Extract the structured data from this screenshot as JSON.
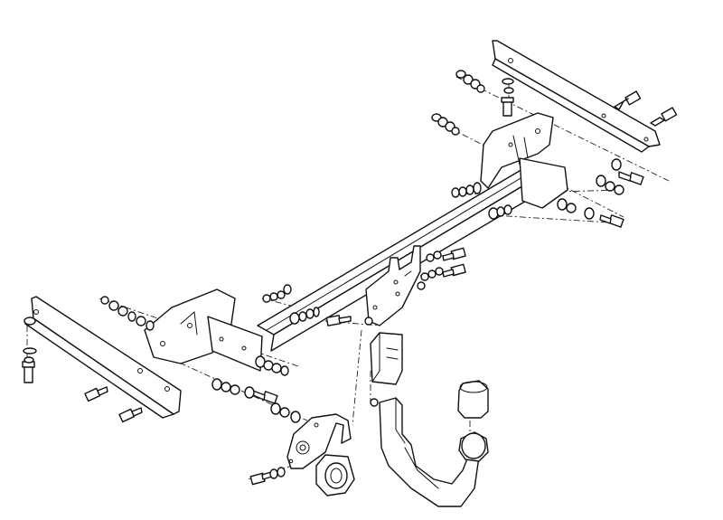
{
  "diagram": {
    "colors": {
      "line": "#111111",
      "background": "#ffffff"
    },
    "parts": [
      "left-mounting-bracket",
      "right-mounting-bracket",
      "main-crossbar",
      "left-side-plate",
      "right-side-plate",
      "center-mount-plate",
      "electrical-socket-bracket",
      "electrical-socket",
      "tow-ball-receiver",
      "tow-ball-neck",
      "tow-ball-cover",
      "receiver-housing-cover"
    ]
  }
}
